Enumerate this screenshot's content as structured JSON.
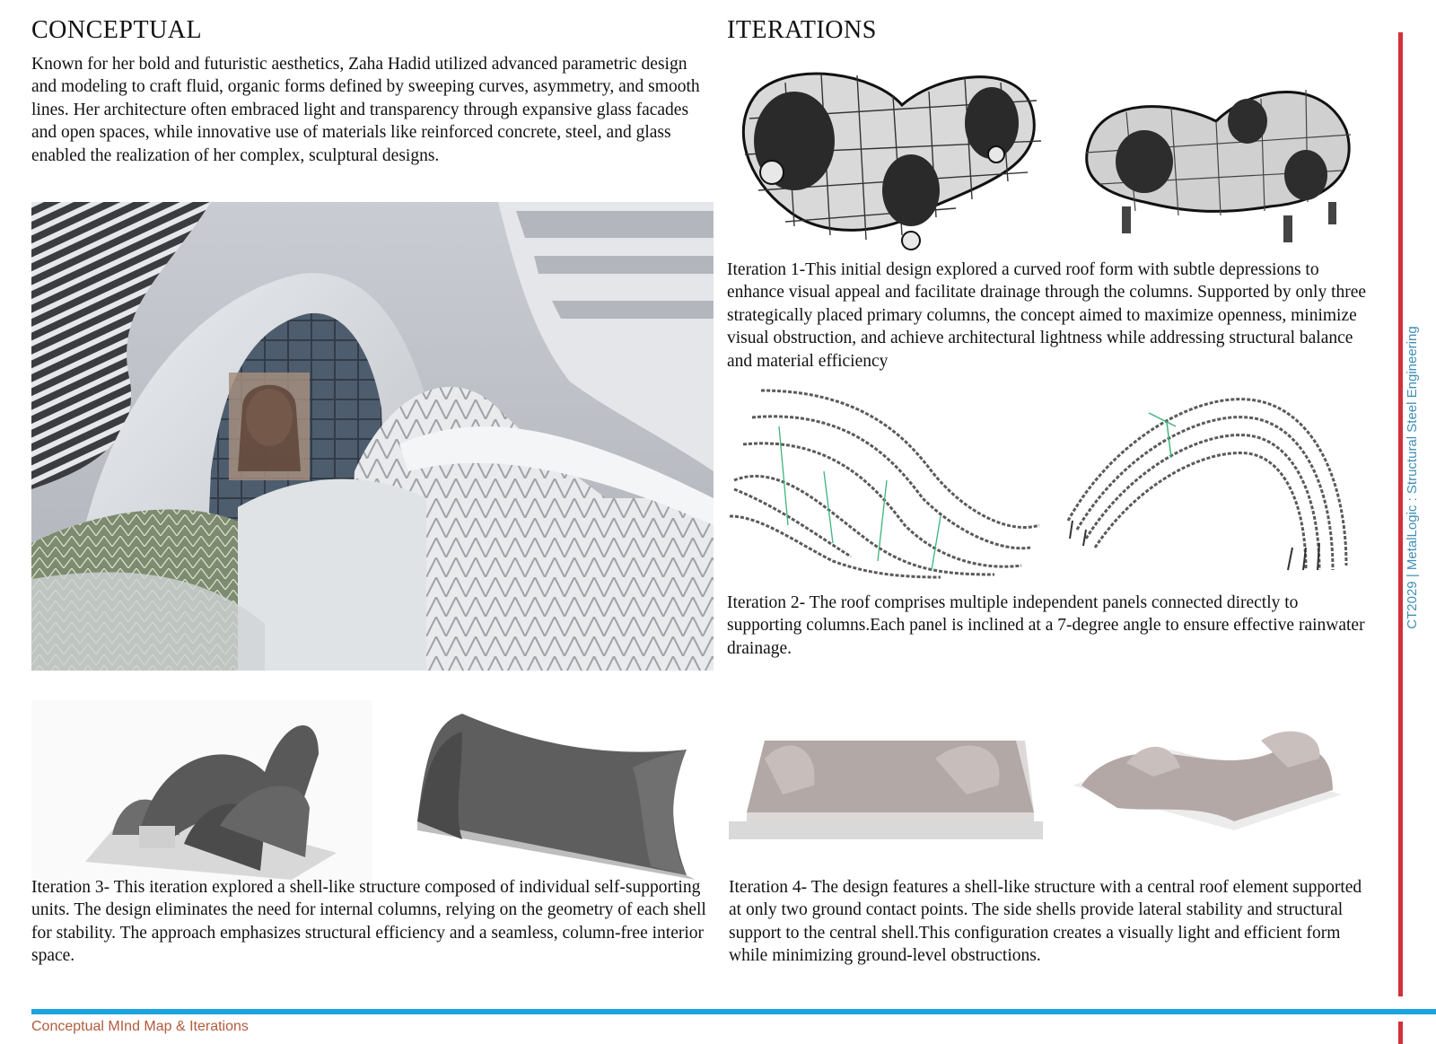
{
  "conceptual": {
    "title": "CONCEPTUAL",
    "body": "Known for her bold and futuristic aesthetics, Zaha Hadid utilized advanced parametric design and modeling to craft fluid, organic forms defined by sweeping curves, asymmetry, and smooth lines. Her architecture often embraced light and transparency through expansive glass facades and open spaces, while innovative use of materials like reinforced concrete, steel, and glass enabled the realization of her complex, sculptural designs."
  },
  "iterations": {
    "title": "ITERATIONS",
    "iteration_1": "Iteration 1-This initial design explored a curved roof form with subtle depressions to enhance visual appeal and facilitate drainage through the columns. Supported by only three strategically placed primary columns, the concept aimed to maximize openness, minimize visual obstruction, and achieve architectural lightness while addressing structural balance and material efficiency",
    "iteration_2": "Iteration 2- The roof comprises multiple independent panels connected directly to supporting columns.Each panel is inclined at a 7-degree angle to ensure effective rainwater drainage.",
    "iteration_3": "Iteration 3- This iteration explored a shell-like structure composed of individual self-supporting units. The design eliminates the need for internal columns, relying on the geometry of each shell for stability. The approach emphasizes structural efficiency and a seamless, column-free interior space.",
    "iteration_4": "Iteration 4- The design features a shell-like structure with a central roof element supported at only two ground contact points. The side shells provide lateral stability and structural support to the central shell.This configuration creates a visually light and efficient form while minimizing ground-level obstructions."
  },
  "sidebar": {
    "label": "CT2029 | MetalLogic : Structural Steel Engineering"
  },
  "footer": {
    "label": "Conceptual MInd Map & Iterations"
  },
  "colors": {
    "accent_red": "#d2303a",
    "accent_blue": "#1aa3df",
    "footer_text": "#b25a3c",
    "sidebar_text": "#3f8fb3"
  }
}
